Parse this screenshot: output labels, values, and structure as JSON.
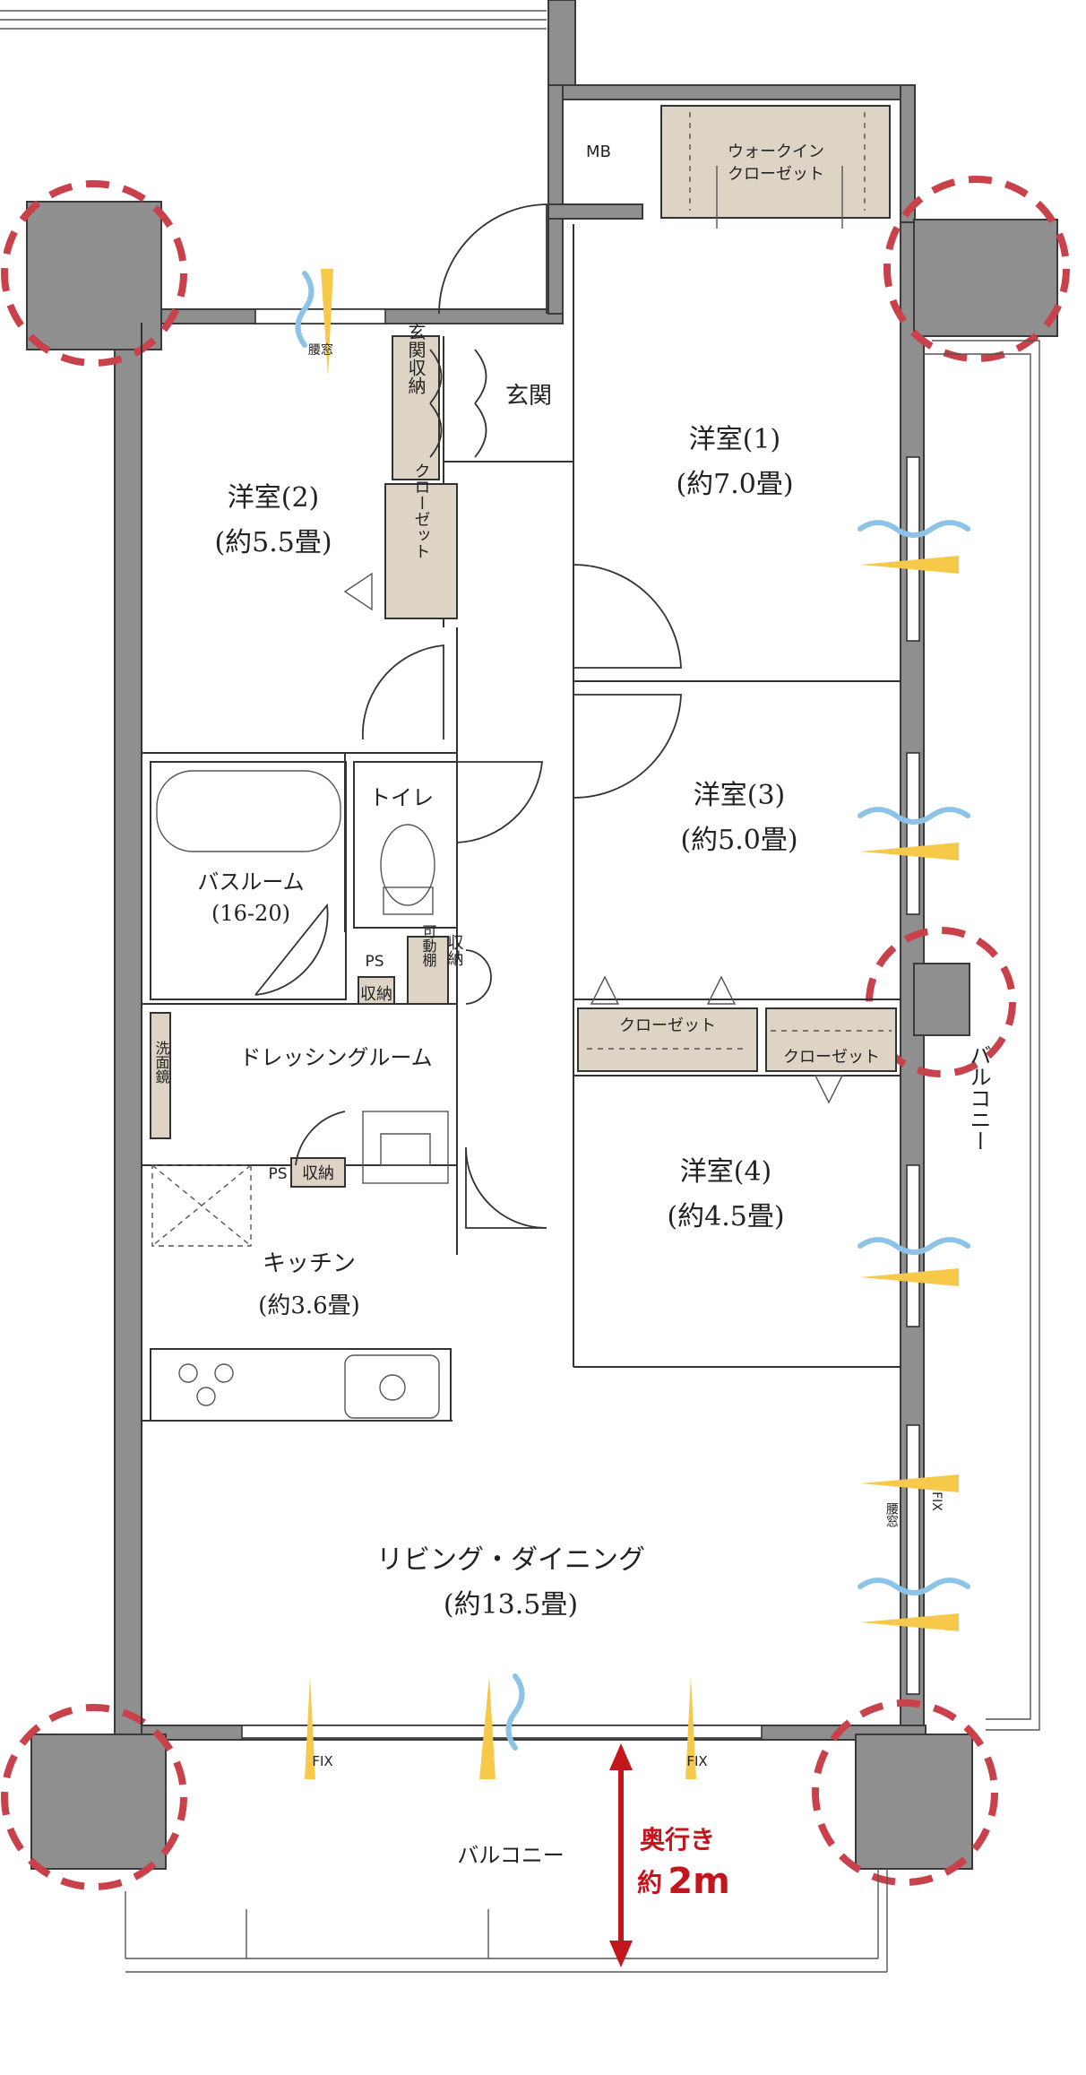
{
  "rooms": {
    "western1": {
      "name": "洋室(1)",
      "size": "(約7.0畳)"
    },
    "western2": {
      "name": "洋室(2)",
      "size": "(約5.5畳)"
    },
    "western3": {
      "name": "洋室(3)",
      "size": "(約5.0畳)"
    },
    "western4": {
      "name": "洋室(4)",
      "size": "(約4.5畳)"
    },
    "bath": {
      "name": "バスルーム",
      "size": "(16-20)"
    },
    "toilet": {
      "name": "トイレ"
    },
    "dressing": {
      "name": "ドレッシングルーム"
    },
    "kitchen": {
      "name": "キッチン",
      "size": "(約3.6畳)"
    },
    "living": {
      "name": "リビング・ダイニング",
      "size": "(約13.5畳)"
    },
    "entrance": {
      "name": "玄関"
    }
  },
  "labels": {
    "mb": "MB",
    "walk_in_1": "ウォークイン",
    "walk_in_2": "クローゼット",
    "closet": "クローゼット",
    "closet_v": "クローゼット",
    "entrance_storage": "玄関収納",
    "storage": "収納",
    "ps": "PS",
    "movable_shelf": "可動棚",
    "mirror": "洗面鏡",
    "waist_window": "腰窓",
    "fix": "FIX",
    "balcony": "バルコニー",
    "depth_label": "奥行き",
    "depth_prefix": "約",
    "depth_value": "2m"
  },
  "colors": {
    "wall": "#8f8f8f",
    "closet": "#ddd4c6",
    "highlight_circle": "#c8414b",
    "arrow": "#c3161c",
    "airflow_blue": "#8cc3e6",
    "airflow_yellow": "#f6c94a"
  }
}
